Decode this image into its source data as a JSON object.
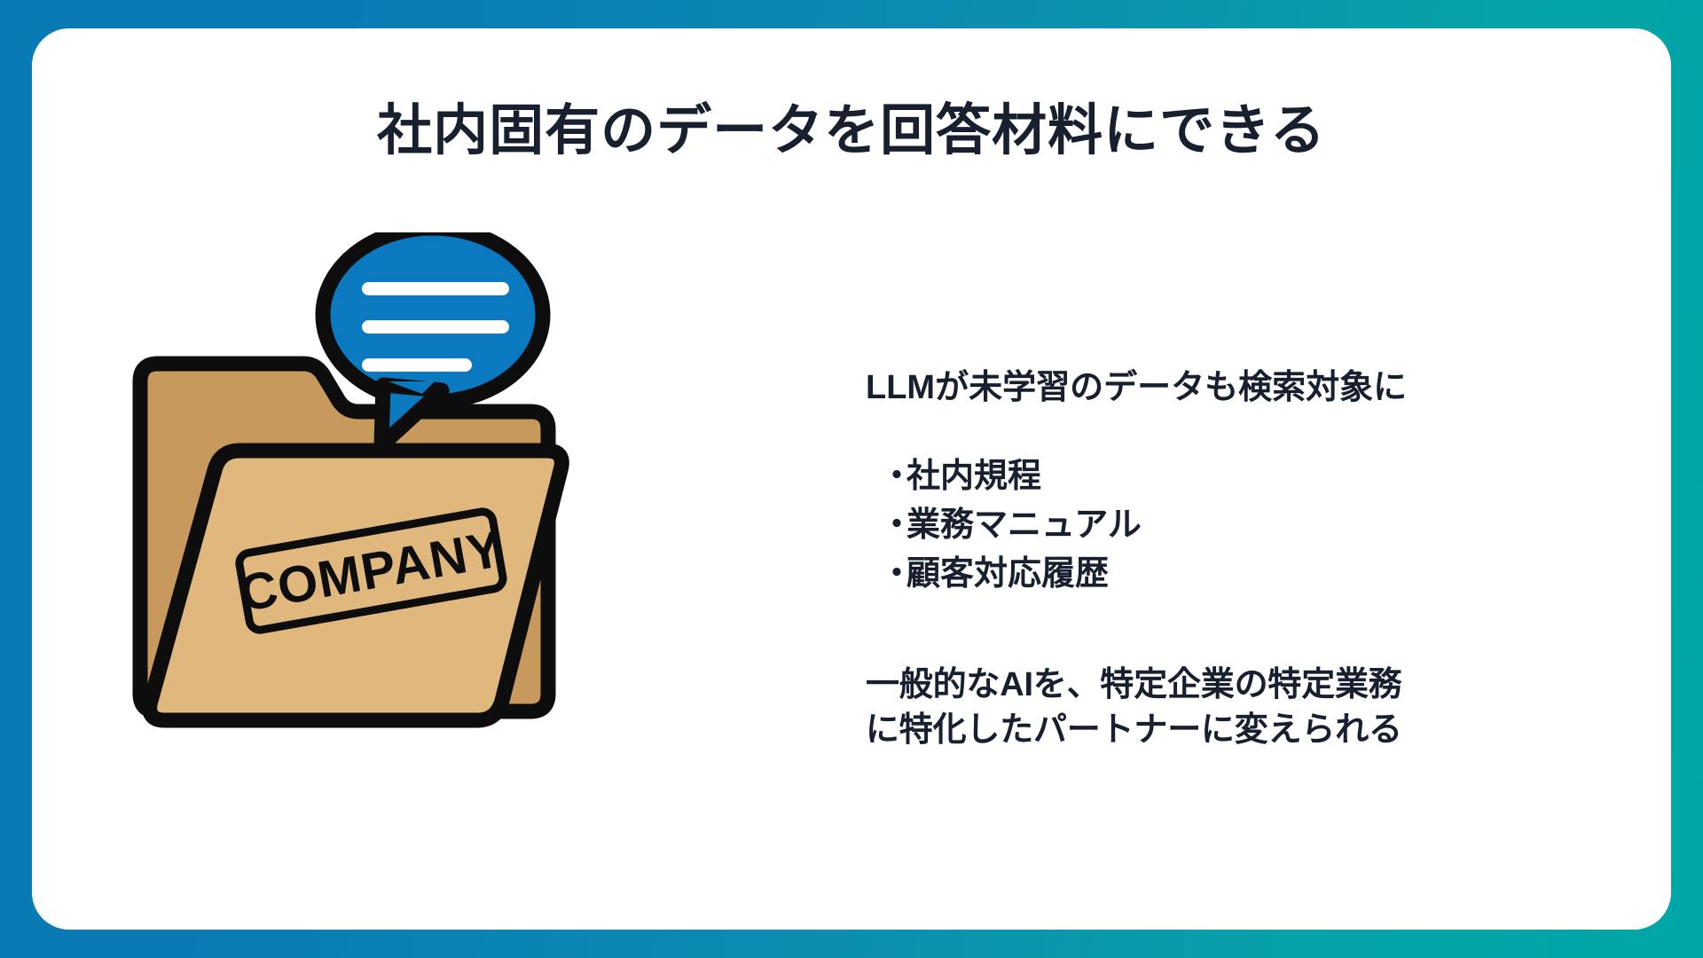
{
  "theme": {
    "background_gradient_start": "#0a7ab5",
    "background_gradient_end": "#00a6a6",
    "card_background": "#ffffff",
    "text_color": "#18202f",
    "bubble_blue": "#0b79c0",
    "folder_back_tan": "#c8995c",
    "folder_front_tan": "#e0b87e",
    "outline_black": "#0d0d0d"
  },
  "slide": {
    "title": "社内固有のデータを回答材料にできる"
  },
  "illustration": {
    "name": "folder-with-chat-bubble",
    "stamp_label": "COMPANY",
    "bubble_line_count": 3
  },
  "content": {
    "lead_line": "LLMが未学習のデータも検索対象に",
    "bullet_marker": "・",
    "bullets": [
      "社内規程",
      "業務マニュアル",
      "顧客対応履歴"
    ],
    "closing_paragraph_lines": [
      "一般的なAIを、特定企業の特定業務",
      "に特化したパートナーに変えられる"
    ]
  }
}
